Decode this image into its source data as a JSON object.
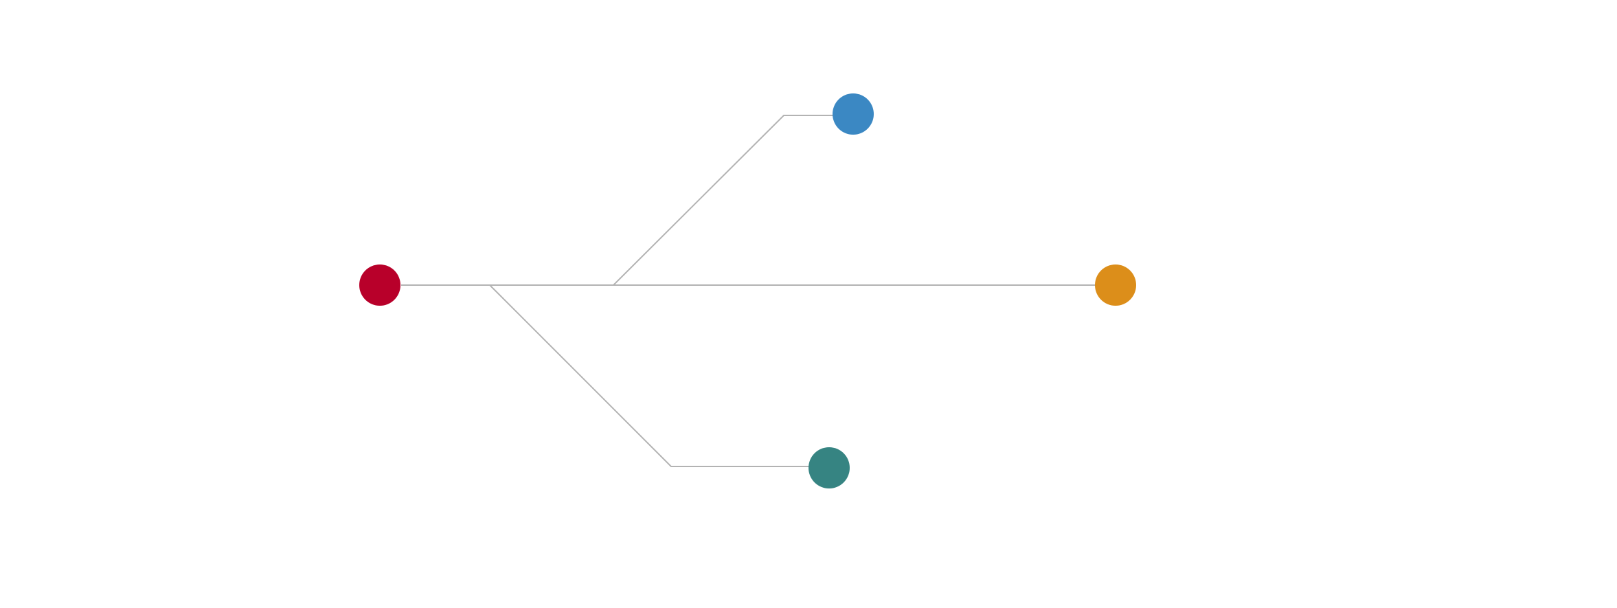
{
  "diagram": {
    "type": "branching-tree",
    "line_color": "#b3b3b3",
    "nodes": [
      {
        "id": "root",
        "color": "#b8002a"
      },
      {
        "id": "branch-top",
        "color": "#3b88c3"
      },
      {
        "id": "branch-middle",
        "color": "#dc8e1a"
      },
      {
        "id": "branch-bottom",
        "color": "#368482"
      }
    ],
    "edges": [
      {
        "from": "root",
        "to": "branch-top"
      },
      {
        "from": "root",
        "to": "branch-middle"
      },
      {
        "from": "root",
        "to": "branch-bottom"
      }
    ]
  }
}
